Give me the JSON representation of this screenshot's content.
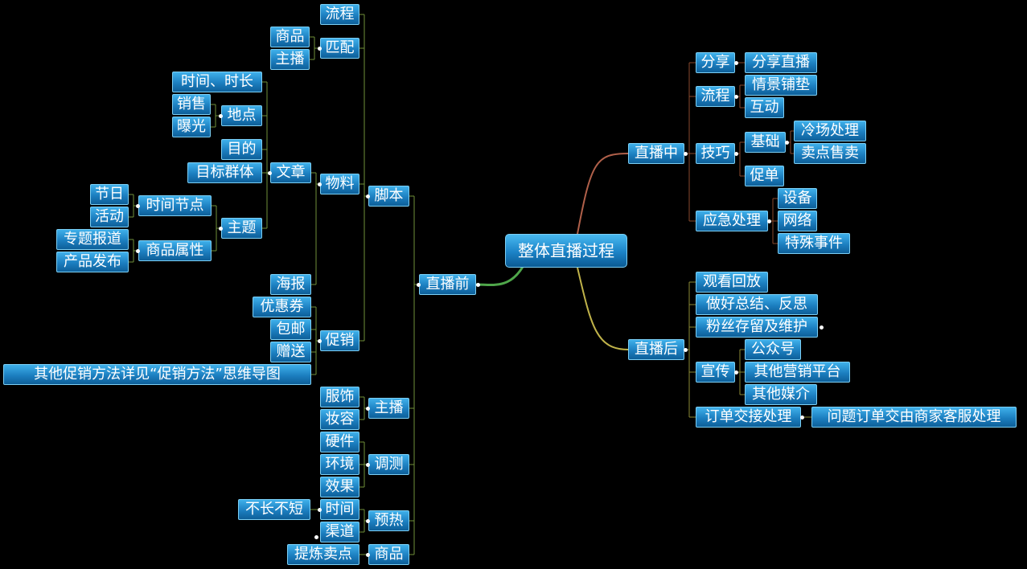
{
  "root": "整体直播过程",
  "before": {
    "label": "直播前",
    "script": {
      "label": "脚本",
      "flow": "流程",
      "match": {
        "label": "匹配",
        "items": [
          "商品",
          "主播"
        ]
      },
      "material": {
        "label": "物料",
        "article": {
          "label": "文章",
          "time_duration": "时间、时长",
          "place": {
            "label": "地点",
            "items": [
              "销售",
              "曝光"
            ]
          },
          "purpose": "目的",
          "audience": "目标群体",
          "theme": {
            "label": "主题",
            "time_node": {
              "label": "时间节点",
              "items": [
                "节日",
                "活动"
              ]
            },
            "product_attr": {
              "label": "商品属性",
              "items": [
                "专题报道",
                "产品发布"
              ]
            }
          }
        },
        "poster": "海报"
      },
      "promo": {
        "label": "促销",
        "items": [
          "优惠券",
          "包邮",
          "赠送",
          "其他促销方法详见“促销方法”思维导图"
        ]
      }
    },
    "anchor": {
      "label": "主播",
      "items": [
        "服饰",
        "妆容"
      ]
    },
    "tuning": {
      "label": "调测",
      "items": [
        "硬件",
        "环境",
        "效果"
      ]
    },
    "preheat": {
      "label": "预热",
      "time": {
        "label": "时间",
        "items": [
          "不长不短"
        ]
      },
      "channel": "渠道"
    },
    "goods": {
      "label": "商品",
      "items": [
        "提炼卖点"
      ]
    }
  },
  "during": {
    "label": "直播中",
    "share": {
      "label": "分享",
      "items": [
        "分享直播"
      ]
    },
    "flow": {
      "label": "流程",
      "items": [
        "情景铺垫",
        "互动"
      ]
    },
    "skill": {
      "label": "技巧",
      "basic": {
        "label": "基础",
        "items": [
          "冷场处理",
          "卖点售卖"
        ]
      },
      "push": "促单"
    },
    "emergency": {
      "label": "应急处理",
      "items": [
        "设备",
        "网络",
        "特殊事件"
      ]
    }
  },
  "after": {
    "label": "直播后",
    "replay": "观看回放",
    "summary": "做好总结、反思",
    "fans": "粉丝存留及维护",
    "publicity": {
      "label": "宣传",
      "items": [
        "公众号",
        "其他营销平台",
        "其他媒介"
      ]
    },
    "order": {
      "label": "订单交接处理",
      "items": [
        "问题订单交由商家客服处理"
      ]
    }
  }
}
